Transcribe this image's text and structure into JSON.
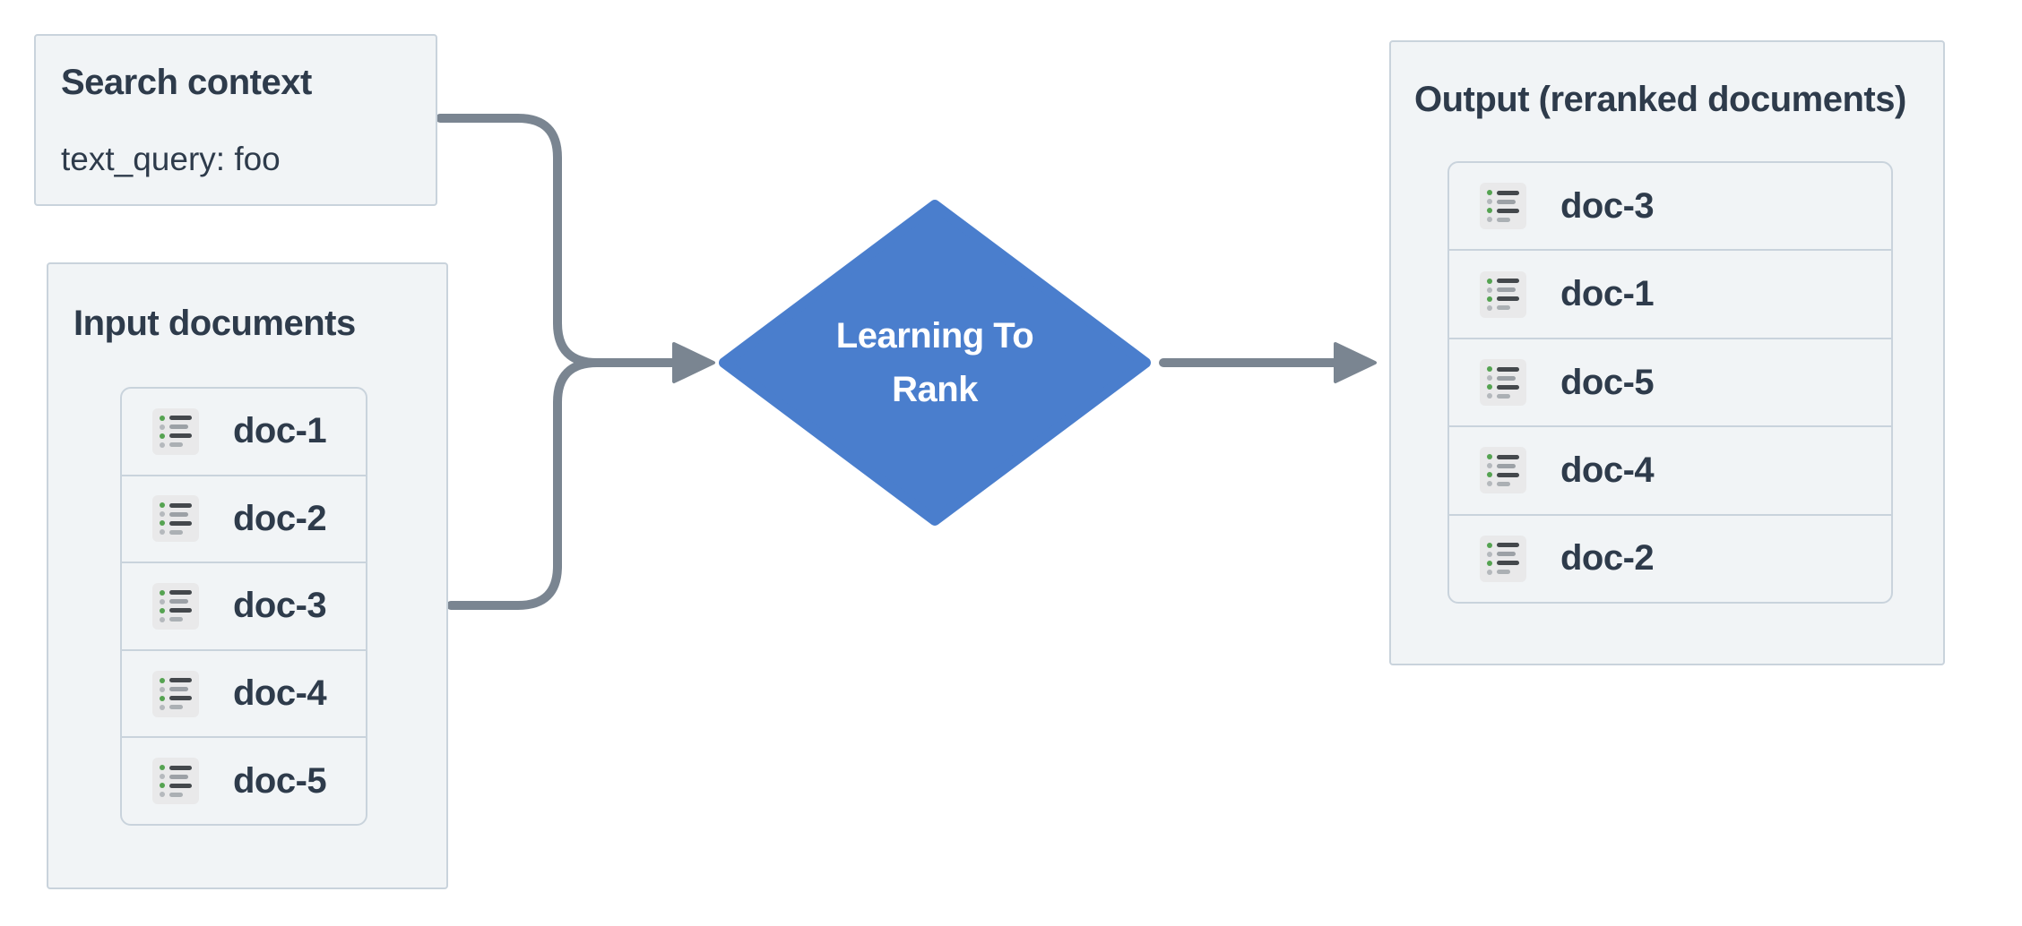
{
  "colors": {
    "box_bg": "#f1f4f6",
    "box_border": "#c9d3dc",
    "text_dark": "#2e3b4b",
    "diamond_fill": "#4a7ecd",
    "diamond_text": "#ffffff",
    "connector": "#7a8591",
    "icon_bg": "#e9e9ea",
    "icon_green": "#55a351",
    "icon_gray_dot": "#b5b9bd",
    "icon_line_dark": "#44484c",
    "icon_line_gray": "#9ca1a6",
    "icon_line_light": "#abb0b4"
  },
  "search_context": {
    "title": "Search context",
    "query": "text_query: foo"
  },
  "input_documents": {
    "title": "Input documents",
    "items": [
      "doc-1",
      "doc-2",
      "doc-3",
      "doc-4",
      "doc-5"
    ]
  },
  "process": {
    "label": "Learning To Rank",
    "label_lines": [
      "Learning To",
      "Rank"
    ]
  },
  "output_documents": {
    "title": "Output (reranked documents)",
    "items": [
      "doc-3",
      "doc-1",
      "doc-5",
      "doc-4",
      "doc-2"
    ]
  },
  "icons": {
    "doc_icon": "bulleted-list-icon"
  }
}
